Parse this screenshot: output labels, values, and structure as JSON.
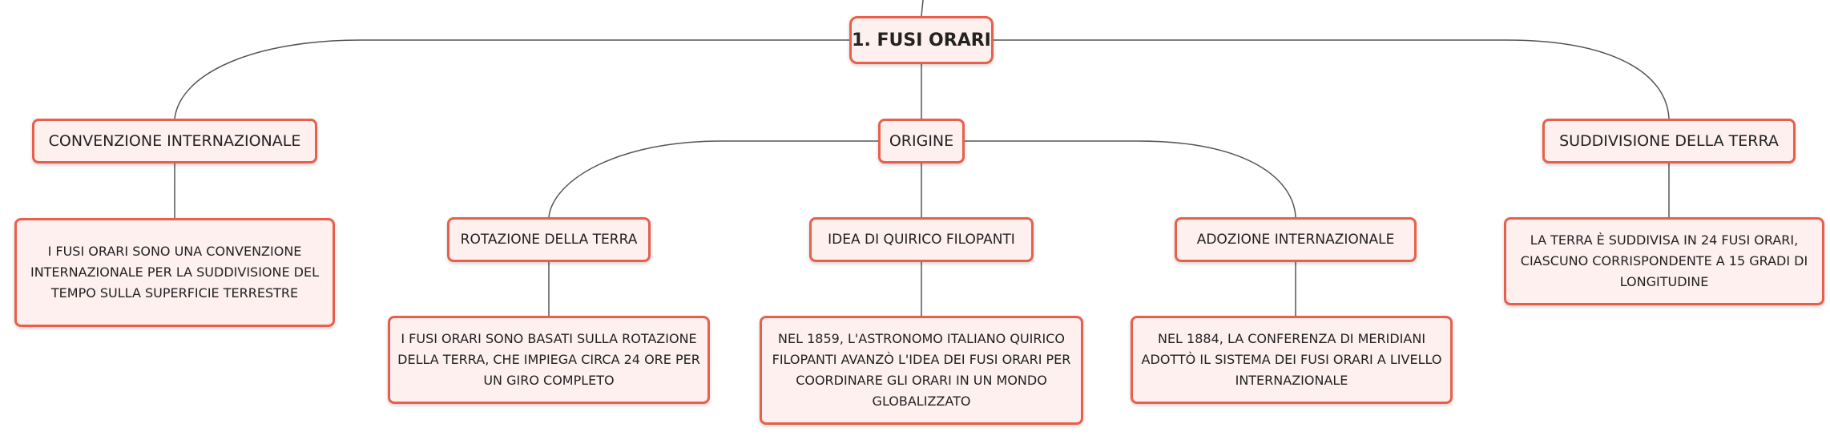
{
  "diagram": {
    "root": {
      "label": "1. FUSI ORARI"
    },
    "branches": {
      "convenzione": {
        "label": "CONVENZIONE INTERNAZIONALE",
        "detail": "I FUSI ORARI SONO UNA CONVENZIONE INTERNAZIONALE PER LA SUDDIVISIONE DEL TEMPO SULLA SUPERFICIE TERRESTRE"
      },
      "origine": {
        "label": "ORIGINE",
        "children": {
          "rotazione": {
            "label": "ROTAZIONE DELLA TERRA",
            "detail": "I FUSI ORARI SONO BASATI SULLA ROTAZIONE DELLA TERRA, CHE IMPIEGA CIRCA 24 ORE PER UN GIRO COMPLETO"
          },
          "idea": {
            "label": "IDEA DI QUIRICO FILOPANTI",
            "detail": "NEL 1859, L'ASTRONOMO ITALIANO QUIRICO FILOPANTI AVANZÒ L'IDEA DEI FUSI ORARI PER COORDINARE GLI ORARI IN UN MONDO GLOBALIZZATO"
          },
          "adozione": {
            "label": "ADOZIONE INTERNAZIONALE",
            "detail": "NEL 1884, LA CONFERENZA DI MERIDIANI ADOTTÒ IL SISTEMA DEI FUSI ORARI A LIVELLO INTERNAZIONALE"
          }
        }
      },
      "suddivisione": {
        "label": "SUDDIVISIONE DELLA TERRA",
        "detail": "LA TERRA È SUDDIVISA IN 24 FUSI ORARI, CIASCUNO CORRISPONDENTE A 15 GRADI DI LONGITUDINE"
      }
    }
  },
  "colors": {
    "node_border": "#e8604c",
    "node_fill": "#fdf0ef",
    "connector": "#555555",
    "text": "#222222"
  }
}
